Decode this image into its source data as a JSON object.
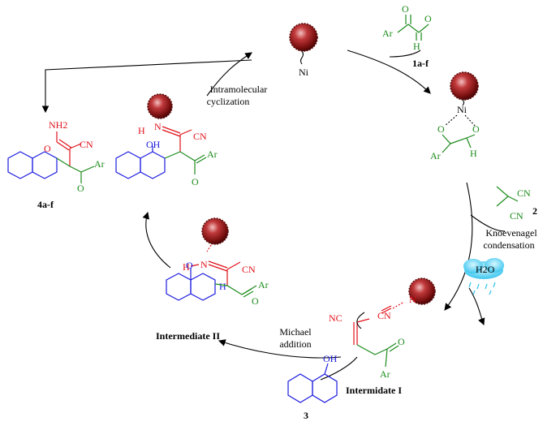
{
  "labels": {
    "reactant_1": "1a-f",
    "reactant_2": "2",
    "reactant_3": "3",
    "product": "4a-f",
    "ni": "Ni",
    "ar": "Ar",
    "o": "O",
    "h": "H",
    "oh": "OH",
    "cn": "CN",
    "nc": "NC",
    "n": "N",
    "nh2": "NH2",
    "h2o": "H2O"
  },
  "steps": {
    "intramolecular_1": "Intramolecular",
    "intramolecular_2": "cyclization",
    "knoevenagel_1": "Knoevenagel",
    "knoevenagel_2": "condensation",
    "michael_1": "Michael",
    "michael_2": "addition"
  },
  "intermediates": {
    "intermediate_1": "Intermidate I",
    "intermediate_2": "Intermediate II"
  },
  "colors": {
    "catalyst": "#8b1a1a",
    "red": "#e0101a",
    "green": "#1a8a1a",
    "blue": "#1a1ae0",
    "water": "#5ad0f0"
  }
}
